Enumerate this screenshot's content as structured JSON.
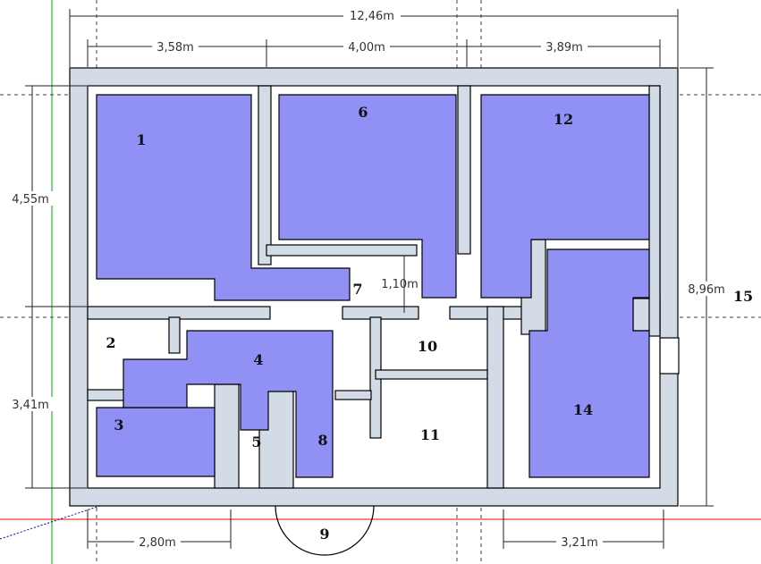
{
  "dimensions": {
    "total_width": "12,46m",
    "seg_left": "3,58m",
    "seg_mid": "4,00m",
    "seg_right": "3,89m",
    "left_upper": "4,55m",
    "left_lower": "3,41m",
    "right_height": "8,96m",
    "inner_gap": "1,10m",
    "bottom_left": "2,80m",
    "bottom_right": "3,21m"
  },
  "rooms": {
    "r1": "1",
    "r2": "2",
    "r3": "3",
    "r4": "4",
    "r5": "5",
    "r6": "6",
    "r7": "7",
    "r8": "8",
    "r9": "9",
    "r10": "10",
    "r11": "11",
    "r12": "12",
    "r14": "14",
    "r15": "15"
  },
  "colors": {
    "wall": "#d3dbe6",
    "room_fill": "#9090f5",
    "outline": "#000000",
    "axis_green": "#00aa00",
    "axis_red": "#ee0000",
    "axis_blue": "#0000cc"
  }
}
